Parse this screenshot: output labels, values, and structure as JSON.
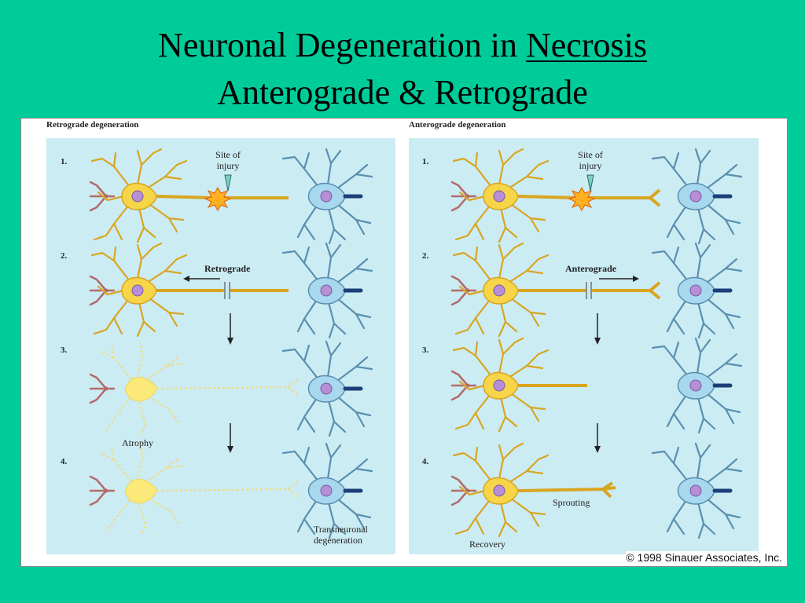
{
  "title": {
    "line1_prefix": "Neuronal Degeneration in ",
    "line1_emphasis": "Necrosis",
    "line2": "Anterograde & Retrograde"
  },
  "figure": {
    "left_panel": {
      "heading": "Retrograde degeneration",
      "stages": [
        "1.",
        "2.",
        "3.",
        "4."
      ],
      "site_label_1": "Site of",
      "site_label_2": "injury",
      "direction_label": "Retrograde",
      "atrophy_label": "Atrophy",
      "transneuronal_label_1": "Transneuronal",
      "transneuronal_label_2": "degeneration"
    },
    "right_panel": {
      "heading": "Anterograde degeneration",
      "stages": [
        "1.",
        "2.",
        "3.",
        "4."
      ],
      "site_label_1": "Site of",
      "site_label_2": "injury",
      "direction_label": "Anterograde",
      "sprouting_label": "Sprouting",
      "recovery_label": "Recovery"
    },
    "copyright": "© 1998 Sinauer Associates, Inc."
  },
  "colors": {
    "background": "#00cc99",
    "panel": "#cbecf3",
    "neuron_yellow": "#f7d548",
    "neuron_blue": "#a8d8ee",
    "nucleus": "#b68fd6",
    "presynaptic": "#b36a6a"
  }
}
